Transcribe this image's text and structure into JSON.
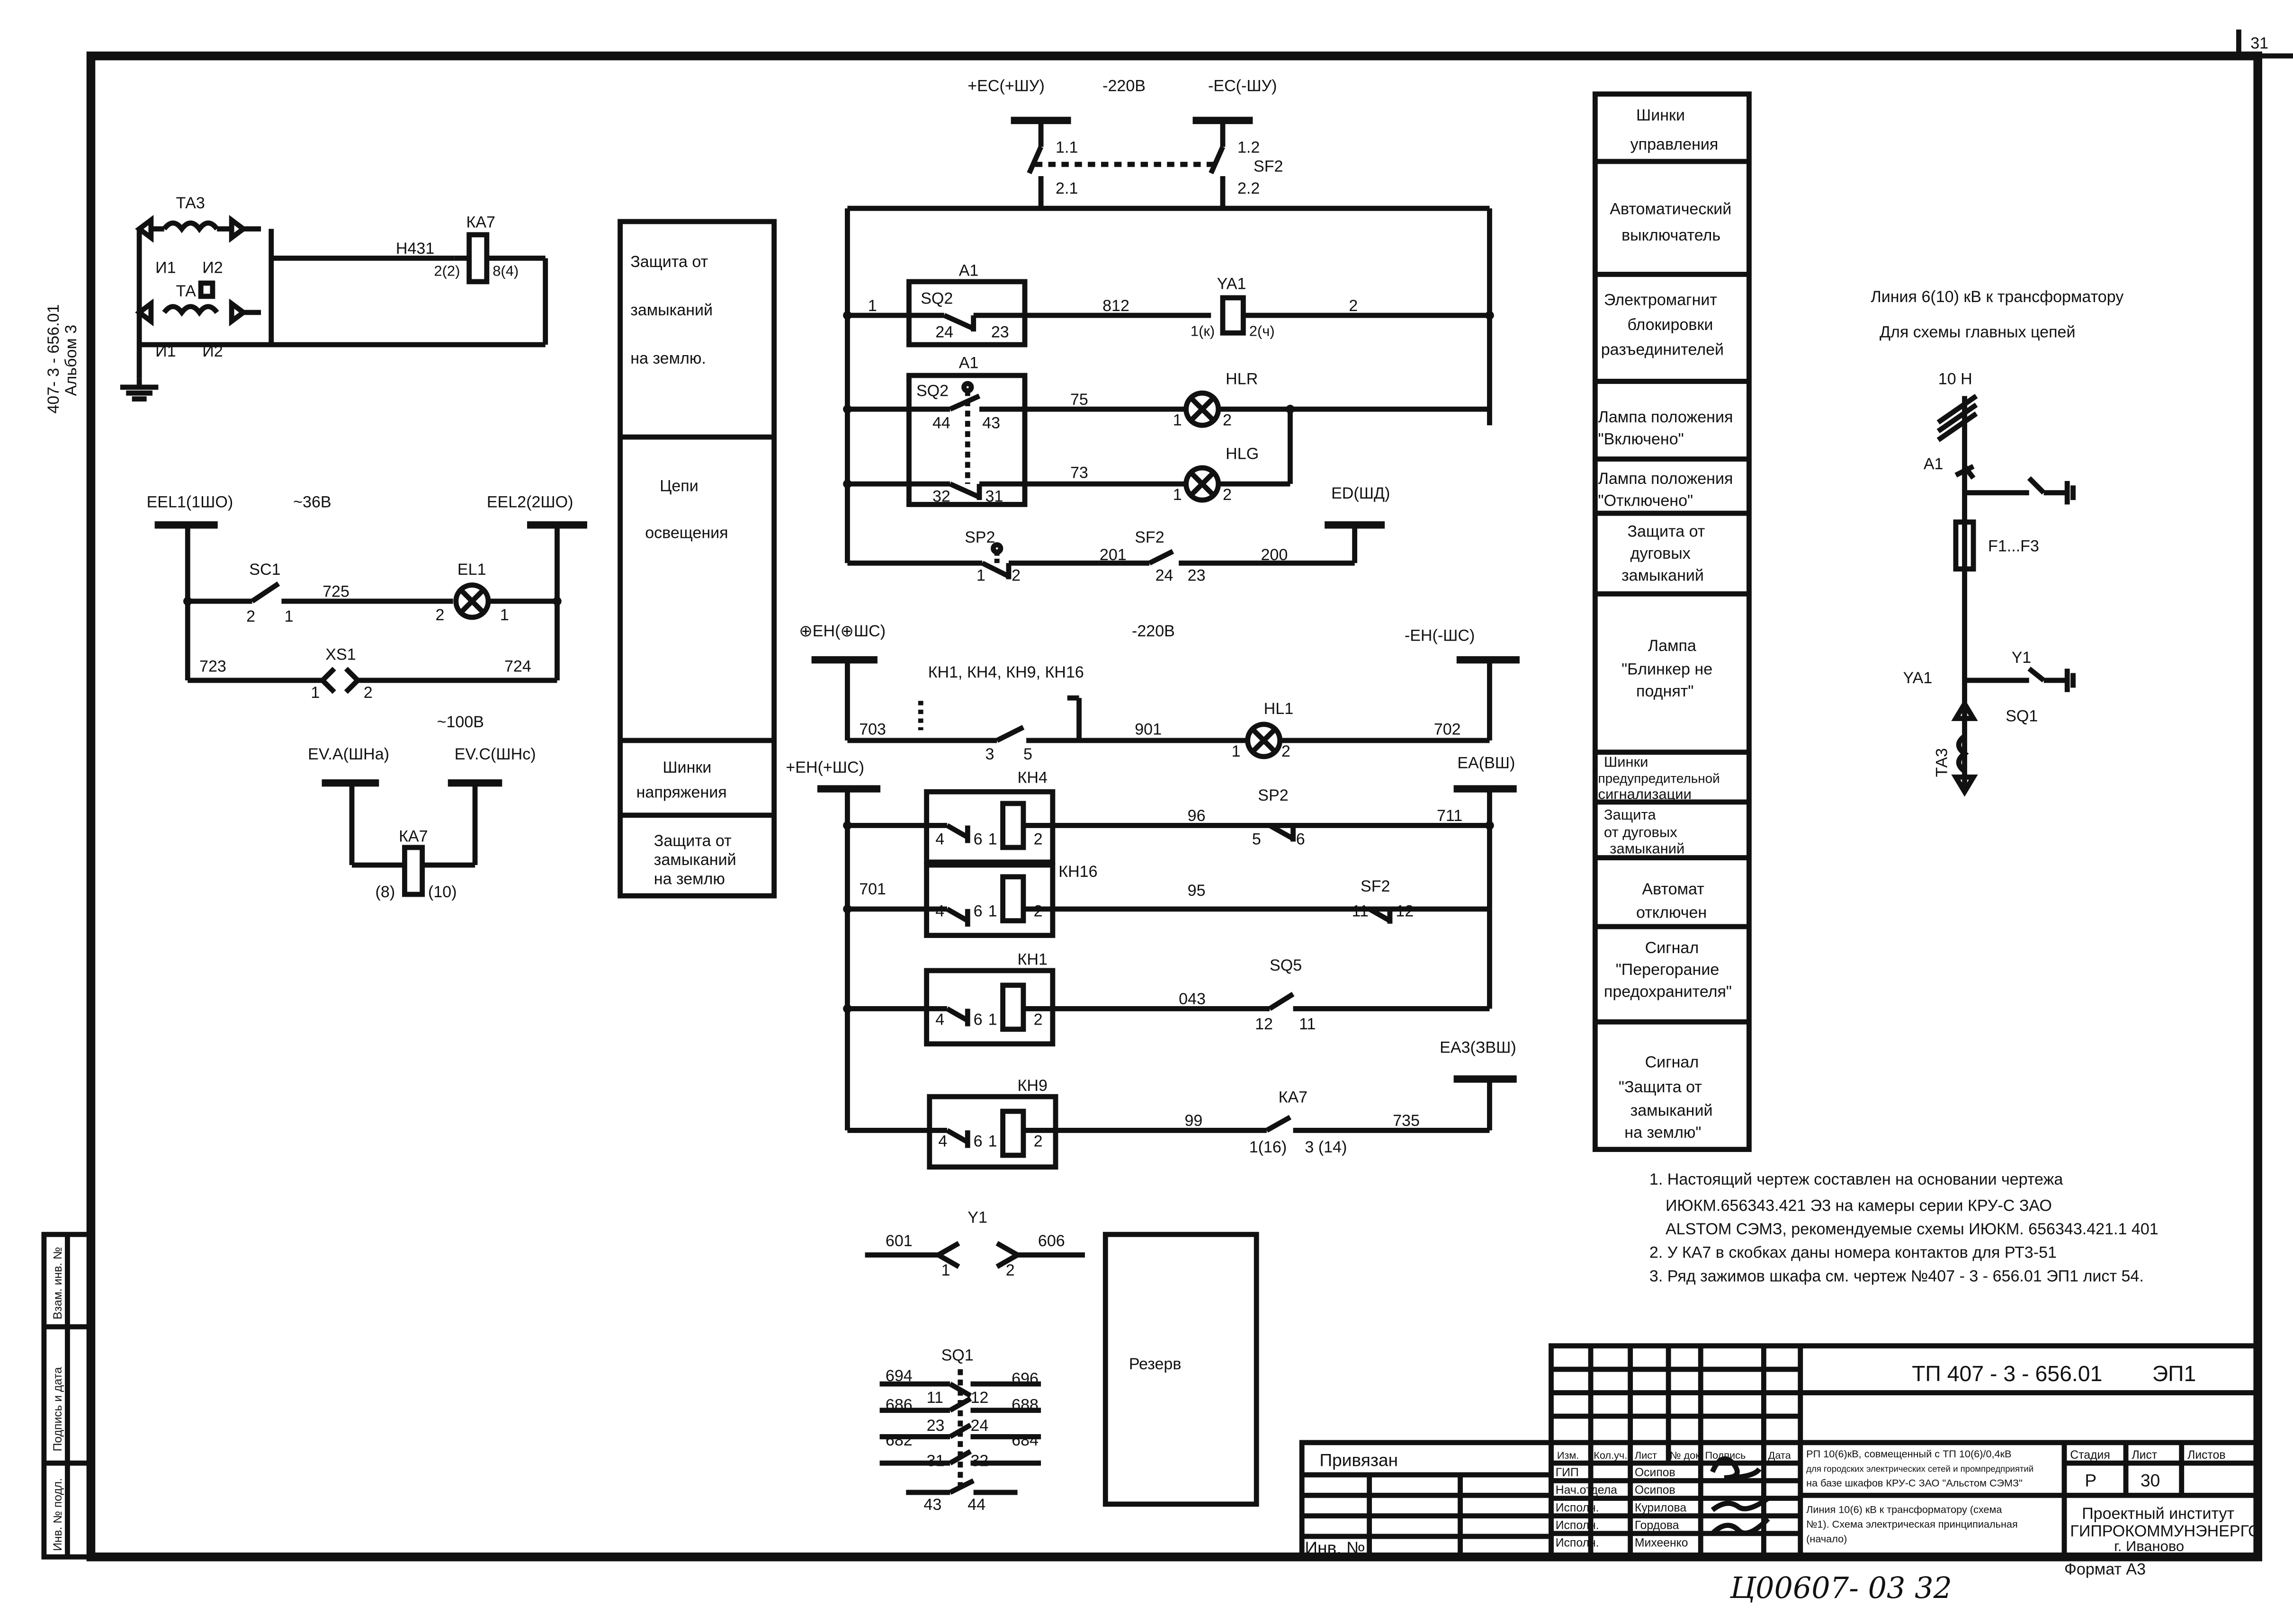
{
  "page": {
    "number": "31",
    "album_code": "407- 3 - 656.01",
    "album_name": "Альбом 3"
  },
  "side_stamp": {
    "vzam": "Взам. инв. №",
    "podpis": "Подпись и дата",
    "inv": "Инв. № подл."
  },
  "buses": {
    "ec_plus": "+ЕС(+ШУ)",
    "ec_volt": "-220В",
    "ec_minus": "-ЕС(-ШУ)",
    "eh_plus": "⊕ЕН(⊕ШС)",
    "eh_volt": "-220В",
    "eh_minus": "-ЕН(-ШС)",
    "eh2_plus": "+ЕН(+ШС)",
    "ea": "ЕА(ВШ)",
    "ea3": "ЕА3(ЗВШ)",
    "ed": "ЕD(ШД)",
    "eel1": "ЕЕL1(1ШО)",
    "eel_volt": "~36В",
    "eel2": "ЕЕL2(2ШО)",
    "ev_volt": "~100В",
    "ev_a": "ЕV.А(ШНа)",
    "ev_c": "ЕV.С(ШНс)"
  },
  "left_circuit": {
    "ta3": "ТА3",
    "ta_box": "ТА",
    "i1": "И1",
    "i2": "И2",
    "i1b": "И1",
    "i2b": "И2",
    "wire_h431": "Н431",
    "ka7": "КА7",
    "c22": "2(2)",
    "c84": "8(4)",
    "sc1": "SC1",
    "n2": "2",
    "n1": "1",
    "w725": "725",
    "el1": "EL1",
    "el_2": "2",
    "el_1": "1",
    "w723": "723",
    "xs1": "XS1",
    "xs_1": "1",
    "xs_2": "2",
    "w724": "724",
    "ka7b": "КА7",
    "c8": "(8)",
    "c10": "(10)"
  },
  "middle_labels": [
    "Защита от",
    "замыканий",
    "на землю.",
    "Цепи",
    "освещения",
    "Шинки",
    "напряжения",
    "Защита от",
    "замыканий",
    "на землю"
  ],
  "control": {
    "c11": "1.1",
    "c12": "1.2",
    "c21": "2.1",
    "c22": "2.2",
    "sf2": "SF2",
    "a1": "А1",
    "a1b": "А1",
    "sq2": "SQ2",
    "sq2b": "SQ2",
    "w1": "1",
    "w812": "812",
    "w2": "2",
    "ya1": "YA1",
    "ya1k": "1(к)",
    "ya2ch": "2(ч)",
    "c24": "24",
    "c23": "23",
    "c44": "44",
    "c43": "43",
    "c32": "32",
    "c31": "31",
    "w75": "75",
    "w73": "73",
    "hlr": "HLR",
    "hlg": "HLG",
    "hlr1": "1",
    "hlr2": "2",
    "hlg1": "1",
    "hlg2": "2",
    "sp2": "SP2",
    "sp2_1": "1",
    "sp2_2": "2",
    "w201": "201",
    "sf2b": "SF2",
    "sf2_24": "24",
    "sf2_23": "23",
    "w200": "200"
  },
  "signal": {
    "kh_list": "КН1, КН4, КН9, КН16",
    "w703": "703",
    "k3": "3",
    "k5": "5",
    "w901": "901",
    "hl1": "HL1",
    "hl1_1": "1",
    "hl1_2": "2",
    "w702": "702",
    "kh4": "КН4",
    "kh16": "КН16",
    "kh1": "КН1",
    "kh9": "КН9",
    "w701": "701",
    "w96": "96",
    "w95": "95",
    "w043": "043",
    "w99": "99",
    "sp2": "SP2",
    "sp2_5": "5",
    "sp2_6": "6",
    "w711": "711",
    "sf2": "SF2",
    "sf2_11": "11",
    "sf2_12": "12",
    "sq5": "SQ5",
    "sq5_12": "12",
    "sq5_11": "11",
    "ka7": "КА7",
    "ka7_116": "1(16)",
    "ka7_314": "3 (14)",
    "w735": "735",
    "r4": "4",
    "r6": "6",
    "r1": "1",
    "r2": "2"
  },
  "y1_block": {
    "w601": "601",
    "y1": "Y1",
    "w606": "606",
    "n1": "1",
    "n2": "2"
  },
  "sq1_block": {
    "sq1": "SQ1",
    "w694": "694",
    "w696": "696",
    "w686": "686",
    "w688": "688",
    "w682": "682",
    "w684": "684",
    "c11": "11",
    "c12": "12",
    "c23": "23",
    "c24": "24",
    "c31": "31",
    "c32": "32",
    "c43": "43",
    "c44": "44"
  },
  "reserve": "Резерв",
  "right_labels": [
    [
      "Шинки",
      "управления"
    ],
    [
      "Автоматический",
      "выключатель"
    ],
    [
      "Электромагнит",
      "блокировки",
      "разъединителей"
    ],
    [
      "Лампа положения",
      "\"Включено\""
    ],
    [
      "Лампа положения",
      "\"Отключено\""
    ],
    [
      "Защита от",
      "дуговых",
      "замыканий"
    ],
    [
      "Лампа",
      "\"Блинкер не",
      "поднят\""
    ],
    [
      "Шинки",
      "предупредительной",
      "сигнализации"
    ],
    [
      "Защита",
      "от дуговых",
      "замыканий"
    ],
    [
      "Автомат",
      "отключен"
    ],
    [
      "Сигнал",
      "\"Перегорание",
      "предохранителя\""
    ],
    [
      "Сигнал",
      "\"Защита от",
      "замыканий",
      "на землю\""
    ]
  ],
  "single_line": {
    "title1": "Линия 6(10) кВ к трансформатору",
    "title2": "Для схемы главных цепей",
    "bus": "10 Н",
    "a1": "А1",
    "fuse": "F1...F3",
    "ya1": "YA1",
    "y1": "Y1",
    "sq1": "SQ1",
    "ta3": "ТА3"
  },
  "notes": [
    "1. Настоящий чертеж составлен на основании чертежа",
    "ИЮКМ.656343.421 Э3 на камеры серии КРУ-С  ЗАО",
    "ALSTOM СЭМЗ, рекомендуемые схемы ИЮКМ. 656343.421.1 401",
    "2. У КА7 в  скобках даны номера контактов для РТ3-51",
    "3. Ряд зажимов шкафа см. чертеж №407 - 3 - 656.01 ЭП1 лист 54."
  ],
  "title_block": {
    "doc_code": "ТП 407 - 3 - 656.01",
    "sheet_code": "ЭП1",
    "header_cols": [
      "Изм.",
      "Кол.уч.",
      "Лист",
      "№ док.",
      "Подпись",
      "Дата"
    ],
    "roles": [
      "ГИП",
      "Нач.отдела",
      "Исполн.",
      "Исполн.",
      "Исполн."
    ],
    "names": [
      "Осипов",
      "Осипов",
      "Курилова",
      "Гордова",
      "Михеенко"
    ],
    "project": [
      "РП 10(6)кВ, совмещенный с ТП 10(6)/0,4кВ",
      "для городских электрических сетей и промпредприятий",
      "на базе шкафов КРУ-С ЗАО \"Альстом СЭМЗ\""
    ],
    "sheet_title": [
      "Линия 10(6) кВ к трансформатору (схема",
      "№1). Схема электрическая принципиальная",
      "(начало)"
    ],
    "stage_h": "Стадия",
    "list_h": "Лист",
    "lists_h": "Листов",
    "stage": "Р",
    "list": "30",
    "org": [
      "Проектный институт",
      "ГИПРОКОММУНЭНЕРГО",
      "г. Иваново"
    ],
    "privyazan": "Привязан",
    "inv": "Инв. №",
    "format": "Формат А3"
  },
  "handwritten": "Ц00607- 03  32"
}
